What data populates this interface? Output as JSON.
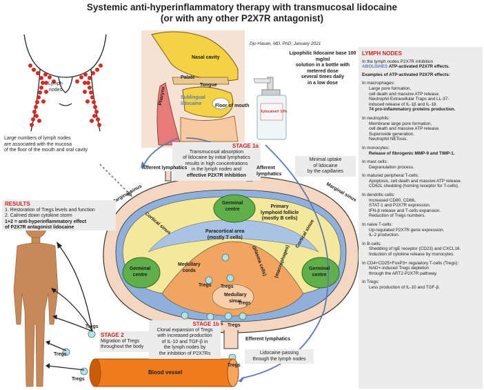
{
  "title": {
    "line1": "Systemic anti-hyperinflammatory therapy with transmucosal lidocaine",
    "line2": "(or with any other P2X7R antagonist)"
  },
  "author": "Djo Hasan, MD, PhD, January 2021",
  "neck": {
    "lymph_label": [
      "Lymph",
      "nodes"
    ],
    "caption": [
      "Large numbers of lymph nodes",
      "are associated with the mucosa",
      "of the floor of the mouth and oral cavity"
    ]
  },
  "mouth": {
    "nasal": "Nasal cavity",
    "palate": "Palate",
    "pharynx": "Pharynx",
    "tongue": "Tongue",
    "sublingual": [
      "Sublingual",
      "lidocaine"
    ],
    "floor": "Floor of mouth"
  },
  "spray": {
    "text": [
      "Lipophilic lidocaine base 100 mg/ml",
      "solution in a bottle with",
      "metered dose",
      "several times daily",
      "in a low dose"
    ],
    "bottle_label": "Xylocaine® 10%"
  },
  "stage1a": {
    "title": "STAGE 1a",
    "lines": [
      "Transmucosal absorption",
      "of lidocaine by initial lymphatics",
      "results in high concentrations",
      "in the lymph nodes and"
    ],
    "bold_line": "effective P2X7R inhibition"
  },
  "capillaries": [
    "Minimal uptake",
    "of lidocaine",
    "by the capillaries"
  ],
  "node_labels": {
    "afferent1": "Afferent lymphatics",
    "afferent2": [
      "Afferent",
      "lymphatics"
    ],
    "marginal_left": "Marginal sinus",
    "marginal_right": "Marginal sinus",
    "cortical_left": "Cortical sinus",
    "cortical_right": "Cortical sinus",
    "germinal_top": [
      "Germinal",
      "centre"
    ],
    "germinal_left": [
      "Germinal",
      "centre"
    ],
    "germinal_right": [
      "Germinal",
      "centre"
    ],
    "primary": [
      "Primary",
      "lymphoid follicle",
      "(mostly B cells)"
    ],
    "paracortical": [
      "Paracortical area",
      "(mostly T cells)"
    ],
    "medullary_cords": [
      "Medullary",
      "cords"
    ],
    "plasma": "(plasma cells)",
    "macrophages": "(macrophages)",
    "medullary_sinus": [
      "Medullary",
      "sinus"
    ],
    "efferent": "Efferent lymphatics",
    "tregs": "Tregs"
  },
  "results": {
    "title": "RESULTS",
    "lines": [
      "1. Restoration of Tregs levels and function",
      "2. Calmed down cytokine storm"
    ],
    "bold": [
      "1+2 = anti-hyperinflammatory effect",
      "of P2X7R antagonist lidocaine"
    ]
  },
  "stage1b": {
    "title": "STAGE 1b",
    "lines": [
      "Clonal expansion of Tregs",
      "with increased production",
      "of IL-10 and TGF-β in",
      "the lymph nodes by",
      "the inhibition of P2X7Rs"
    ]
  },
  "stage2": {
    "title": "STAGE 2",
    "lines": [
      "Migration of Tregs",
      "throughout the body"
    ]
  },
  "passing": [
    "Lidocaine passing",
    "through the lymph nodes"
  ],
  "vessel": "Blood vessel",
  "lymph_panel": {
    "title": "LYMPH NODES",
    "intro": [
      "In the lymph nodes P2X7R inhibition"
    ],
    "intro_blue": "ABOLISHES",
    "intro_tail": " ATP-activated P2X7R effects.",
    "examples": "Examples of  ATP-activated P2X7R effects:",
    "sections": [
      {
        "head": "In macrophages:",
        "items": [
          "Large pore formation,",
          "cell death and massive ATP release.",
          "Neutrophil Extracellular Traps and LL-37-",
          "induced release of IL-1β and IL-18."
        ],
        "bold": [
          "74 pro-inflammatory proteins production."
        ]
      },
      {
        "head": "In neutrophils:",
        "items": [
          "Membrane large pore formation,",
          "cell death and massive ATP release.",
          "Superoxide generation.",
          "Neutrophil NETosis."
        ],
        "bold": []
      },
      {
        "head": "In monocytes:",
        "items": [],
        "bold": [
          "Release of fibrogenic MMP-9 and TIMP-1."
        ]
      },
      {
        "head": "In mast cells:",
        "items": [
          "Degranulation process."
        ],
        "bold": []
      },
      {
        "head": "In matured peripheral T-cells:",
        "items": [
          "Apoptosis, cell death and massive ATP release.",
          "CD62L shedding (homing receptor for T-cells)."
        ],
        "bold": []
      },
      {
        "head": "In dendritic cells:",
        "items": [
          "Increased CD80, CD86,",
          "STAT-1 and P2X7R expression.",
          "IFN-β release and T-cells expansion.",
          "Reduction of Tregs numbers."
        ],
        "bold": []
      },
      {
        "head": "In naive T-cells:",
        "items": [
          "Up-regulated P2X7R gene expression.",
          "IL-2 production."
        ],
        "bold": []
      },
      {
        "head": "In B-cells:",
        "items": [
          "Shedding of IgE receptor (CD23) and CXCL16.",
          "Induction of cytokine release by monocytes."
        ],
        "bold": []
      },
      {
        "head": "In CD4+CD25+FoxP3+ regulatory T-cells (Tregs):",
        "items": [
          "NAD+-induced Tregs depletion",
          "through the ART2-P2X7R pathway."
        ],
        "bold": []
      },
      {
        "head": "In  Tregs:",
        "items": [
          "Less production of IL-10 and TGF-β."
        ],
        "bold": []
      }
    ]
  },
  "colors": {
    "red": "#d0241f",
    "blue": "#5b78b8",
    "skin": "#c8895a",
    "node_outer": "#f4d7c0",
    "sinus_blue": "#8fb0da",
    "germinal": "#5fb04a",
    "yellow": "#f4e99a",
    "medulla": "#f2a561",
    "vessel": "#f07b1c"
  }
}
